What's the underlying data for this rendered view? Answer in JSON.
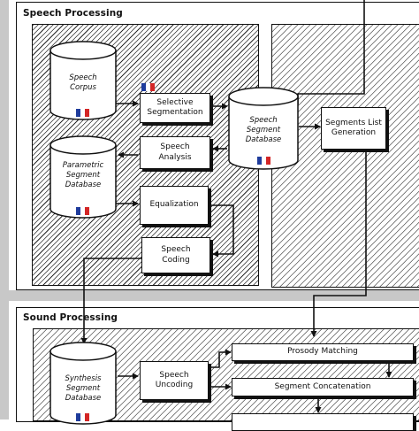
{
  "sections": {
    "speech_processing": "Speech Processing",
    "sound_processing": "Sound Processing"
  },
  "databases": {
    "speech_corpus": "Speech\nCorpus",
    "parametric_segment_database": "Parametric\nSegment\nDatabase",
    "speech_segment_database": "Speech\nSegment\nDatabase",
    "synthesis_segment_database": "Synthesis\nSegment\nDatabase"
  },
  "boxes": {
    "selective_segmentation": "Selective\nSegmentation",
    "speech_analysis": "Speech\nAnalysis",
    "equalization": "Equalization",
    "speech_coding": "Speech\nCoding",
    "segments_list_generation": "Segments List\nGeneration",
    "speech_uncoding": "Speech\nUncoding",
    "prosody_matching": "Prosody Matching",
    "segment_concatenation": "Segment Concatenation"
  },
  "colors": {
    "line": "#111111",
    "flag_blue": "#1f3c9c",
    "flag_white": "#ffffff",
    "flag_red": "#d32626",
    "outer_grey": "#c8c8c8"
  }
}
